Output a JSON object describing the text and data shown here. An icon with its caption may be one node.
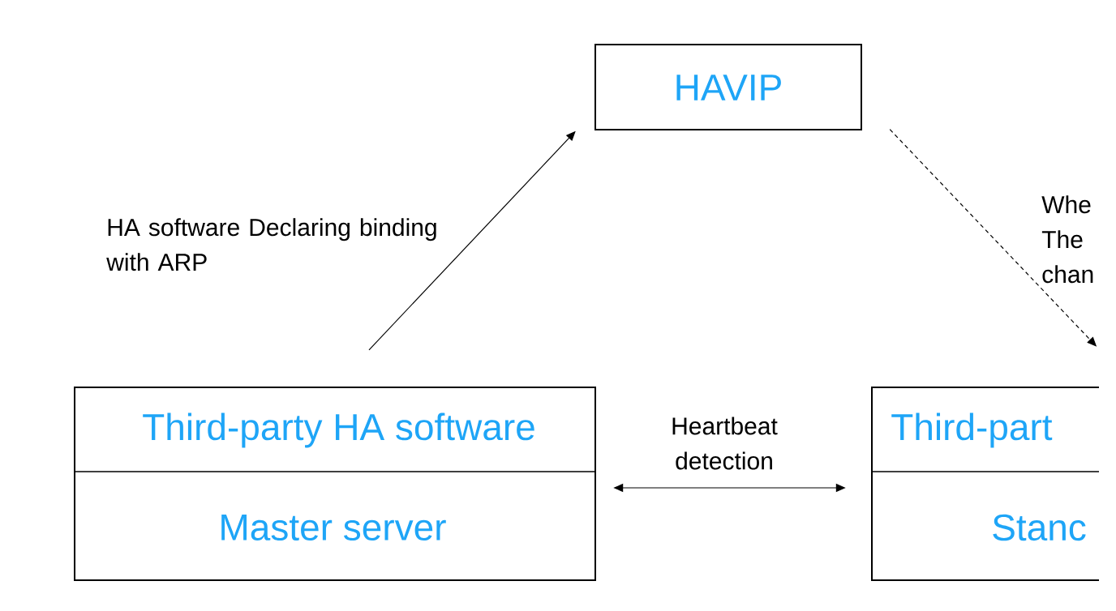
{
  "diagram": {
    "nodes": [
      {
        "text": [
          "HAVIP"
        ]
      },
      {
        "text": [
          "Third-party HA software",
          "Master server"
        ]
      },
      {
        "text": [
          "Third-part",
          "Stanc"
        ]
      }
    ],
    "edges": [
      {
        "from": 1,
        "to": 0,
        "arrow": "to",
        "label": "HA software Declaring binding with ARP"
      },
      {
        "from": 0,
        "to": 2,
        "arrow": "to",
        "style": "dashed",
        "label": "Whe The chan"
      },
      {
        "from": 1,
        "to": 2,
        "arrow": "both",
        "label": "Heartbeat detection"
      }
    ]
  }
}
